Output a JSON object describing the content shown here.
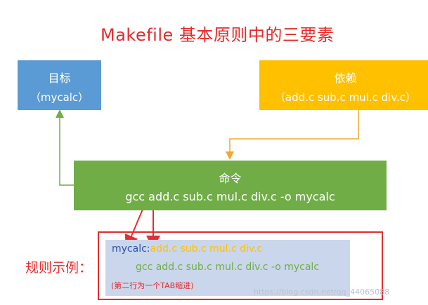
{
  "title": "Makefile 基本原则中的三要素",
  "target": {
    "label": "目标",
    "value": "（mycalc）"
  },
  "dependencies": {
    "label": "依赖",
    "value": "（add.c sub.c mul.c div.c）"
  },
  "command": {
    "label": "命令",
    "value": "gcc add.c sub.c mul.c div.c -o mycalc"
  },
  "rule_example": {
    "label": "规则示例：",
    "line1_target": "mycalc",
    "line1_colon": ":",
    "line1_deps": "add.c sub.c mul.c div.c",
    "line2": "gcc add.c sub.c mul.c div.c -o mycalc",
    "note": "(第二行为一个TAB缩进)"
  },
  "watermark": "https://blog.csdn.net/qq_44065088",
  "colors": {
    "title": "#e52b2b",
    "target_box": "#5b9bd5",
    "dependency_box": "#ffc000",
    "command_box": "#70ad47",
    "rule_frame": "#e52b2b",
    "rule_bg": "#cad6ec"
  }
}
